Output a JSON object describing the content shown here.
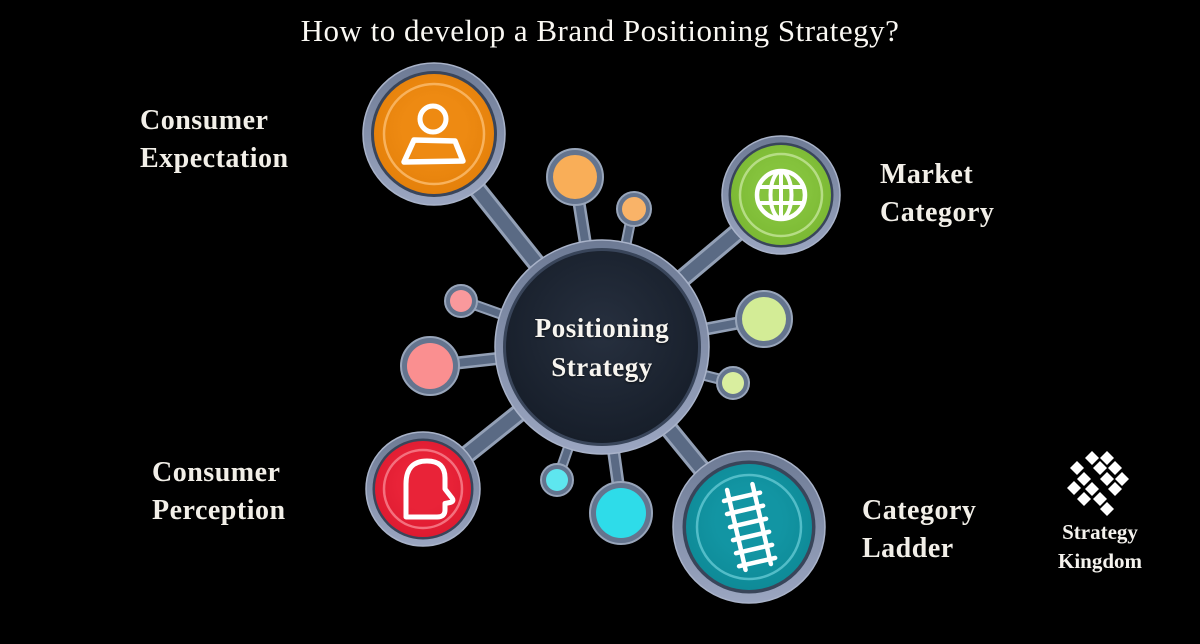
{
  "title": "How to develop a Brand Positioning Strategy?",
  "center": {
    "line1": "Positioning",
    "line2": "Strategy"
  },
  "nodes": [
    {
      "id": "consumer-expectation",
      "label_line1": "Consumer",
      "label_line2": "Expectation",
      "icon": "person-icon",
      "color": "#ee8a12"
    },
    {
      "id": "market-category",
      "label_line1": "Market",
      "label_line2": "Category",
      "icon": "globe-icon",
      "color": "#85c33d"
    },
    {
      "id": "consumer-perception",
      "label_line1": "Consumer",
      "label_line2": "Perception",
      "icon": "head-profile-icon",
      "color": "#e92338"
    },
    {
      "id": "category-ladder",
      "label_line1": "Category",
      "label_line2": "Ladder",
      "icon": "ladder-icon",
      "color": "#1295a3"
    }
  ],
  "logo": {
    "line1": "Strategy",
    "line2": "Kingdom",
    "icon": "diamond-cluster-logo"
  },
  "colors": {
    "background": "#000000",
    "text": "#f2efe8",
    "ring_light": "#9ba6c1",
    "ring_dark": "#6d7a94",
    "ring_gap": "#39455a",
    "connector": "#5a6a84",
    "connector_edge": "#93a0b6",
    "center_fill_light": "#27303f",
    "center_fill_dark": "#131a25",
    "node_orange": "#ee8a12",
    "node_orange_deep": "#de7a05",
    "node_orange_light": "#f8b25c",
    "node_green": "#85c33d",
    "node_green_deep": "#74b12c",
    "node_green_light": "#b6dd85",
    "node_red": "#e92338",
    "node_red_deep": "#d6152b",
    "node_red_light": "#f4707e",
    "node_teal": "#1295a3",
    "node_teal_deep": "#0c838f",
    "node_teal_light": "#52bdc8",
    "dot_orange_big": "#f9ae58",
    "dot_orange_small": "#f9b368",
    "dot_pink_small": "#f9999c",
    "dot_pink_big": "#fa8f90",
    "dot_green_big": "#d3ec96",
    "dot_green_small": "#d9ee9f",
    "dot_cyan_small": "#5ee6ef",
    "dot_cyan_big": "#2edce9",
    "icon_white": "#ffffff"
  }
}
